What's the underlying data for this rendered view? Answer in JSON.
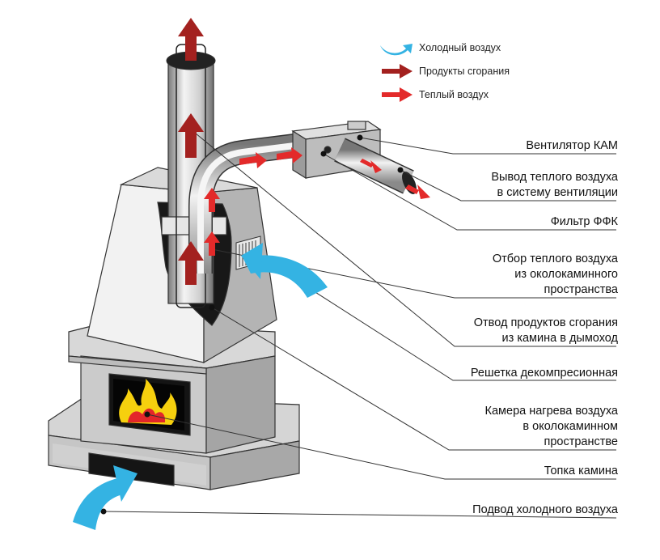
{
  "colors": {
    "cold_air": "#34b3e3",
    "combustion": "#a3211f",
    "warm_air": "#e32a2a",
    "outline": "#222222",
    "body_light": "#e6e6e6",
    "body_mid": "#c8c8c8",
    "body_dark": "#9a9a9a",
    "firebox": "#111111",
    "flame": "#f6d00e"
  },
  "icons": {
    "cold_air": "curved-arrow-icon",
    "combustion": "block-arrow-icon",
    "warm_air": "block-arrow-icon"
  },
  "legend": [
    {
      "label": "Холодный воздух"
    },
    {
      "label": "Продукты сгорания"
    },
    {
      "label": "Теплый воздух"
    }
  ],
  "callouts": [
    {
      "lines": [
        "Вентилятор КАМ"
      ]
    },
    {
      "lines": [
        "Вывод теплого воздуха",
        "в систему вентиляции"
      ]
    },
    {
      "lines": [
        "Фильтр ФФК"
      ]
    },
    {
      "lines": [
        "Отбор теплого воздуха",
        "из околокаминного",
        "пространства"
      ]
    },
    {
      "lines": [
        "Отвод продуктов сгорания",
        "из камина в дымоход"
      ]
    },
    {
      "lines": [
        "Решетка декомпресионная"
      ]
    },
    {
      "lines": [
        "Камера нагрева воздуха",
        "в околокаминном",
        "пространстве"
      ]
    },
    {
      "lines": [
        "Топка камина"
      ]
    },
    {
      "lines": [
        "Подвод холодного воздуха"
      ]
    }
  ]
}
